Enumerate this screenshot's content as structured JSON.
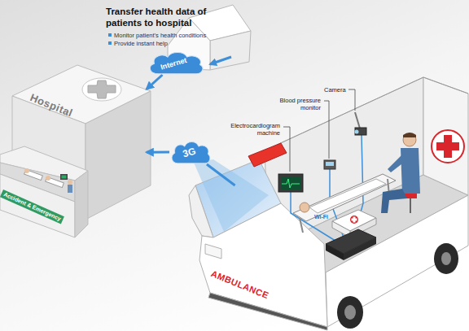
{
  "diagram": {
    "title": "Transfer health data of patients to hospital",
    "nodes": [
      {
        "text": [
          "Internet"
        ]
      },
      {
        "text": [
          "Hospital"
        ]
      },
      {
        "text": [
          "3G"
        ]
      },
      {
        "text": [
          "AMBULANCE"
        ]
      }
    ],
    "edges": [
      {
        "from": 0,
        "to": 1,
        "arrow": "to"
      },
      {
        "from": 2,
        "to": 1,
        "arrow": "to"
      },
      {
        "from": 3,
        "to": 2,
        "arrow": "none"
      }
    ],
    "labels": [
      "Monitor patient's health conditions",
      "Provide instant help",
      "Accident & Emergency",
      "Camera",
      "Blood pressure monitor",
      "Electrocardiogram machine",
      "Wi-Fi"
    ]
  }
}
